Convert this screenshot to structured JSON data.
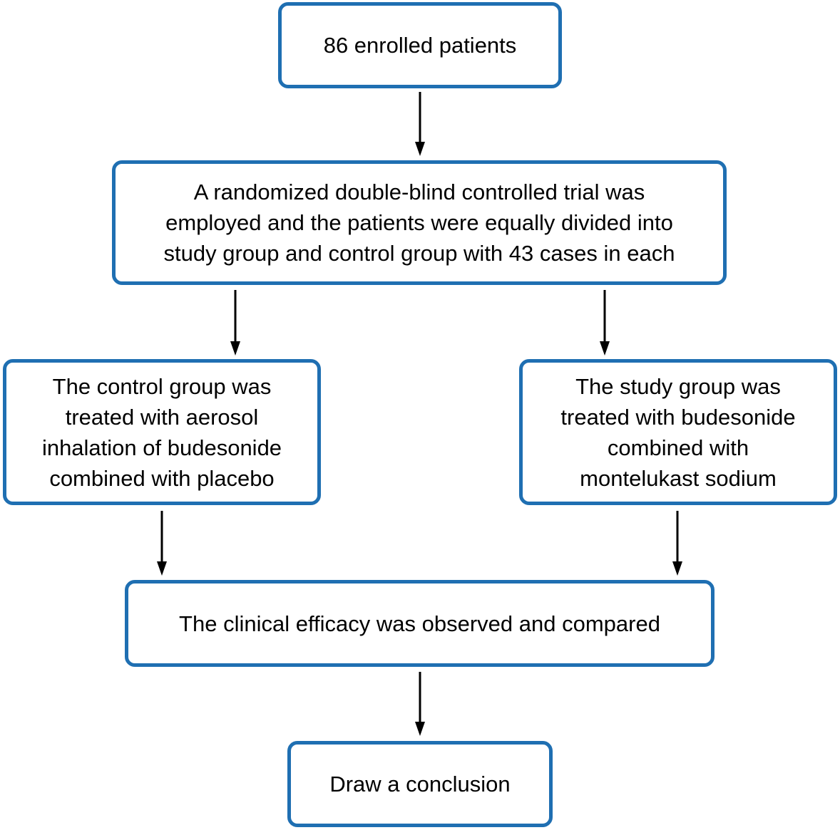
{
  "flowchart": {
    "enrolled": "86 enrolled patients",
    "randomized": "A randomized double-blind controlled trial was\nemployed and the patients were equally divided into\nstudy group and control group with 43 cases in each",
    "control_group": "The control group was\ntreated with aerosol\ninhalation of budesonide\ncombined with placebo",
    "study_group": "The study group was\ntreated with budesonide\ncombined with\nmontelukast sodium",
    "efficacy": "The clinical efficacy was observed and compared",
    "conclusion": "Draw a conclusion"
  },
  "colors": {
    "box_border": "#1f6fb2",
    "arrow": "#000000",
    "background": "#ffffff"
  }
}
